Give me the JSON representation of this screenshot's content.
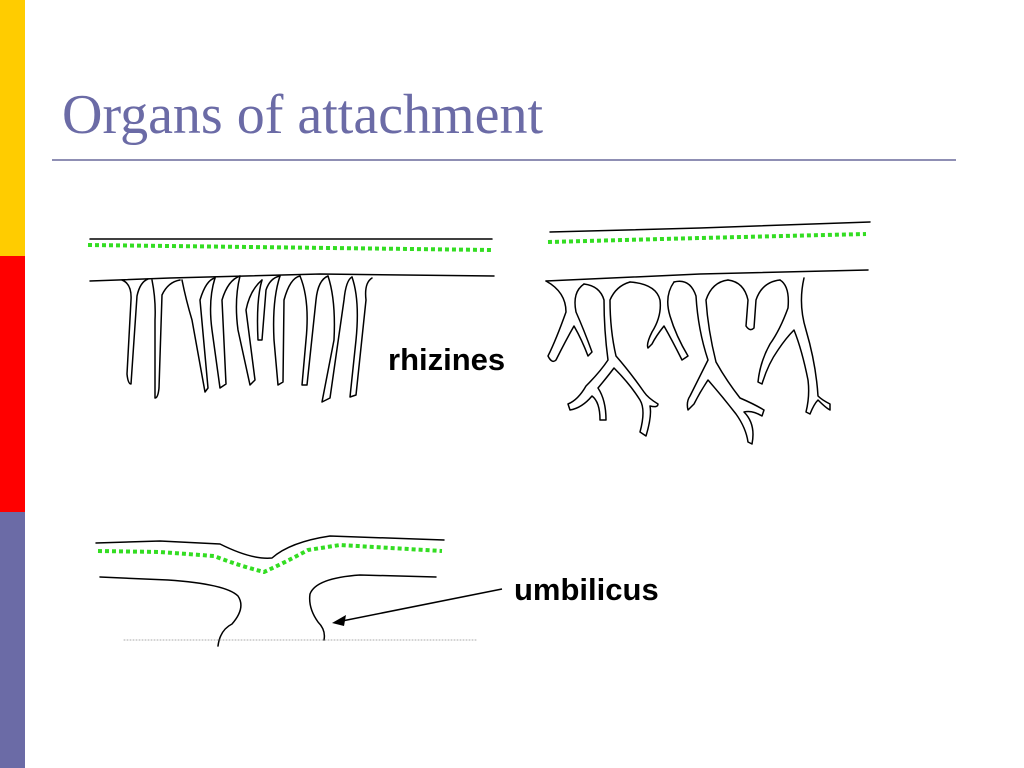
{
  "slide": {
    "title": "Organs of attachment",
    "sidebar_colors": [
      "#ffcc00",
      "#ff0000",
      "#6b6ba6"
    ]
  },
  "labels": {
    "rhizines": "rhizines",
    "umbilicus": "umbilicus"
  },
  "colors": {
    "dotted_layer": "#33dd22",
    "outline": "#000000"
  }
}
